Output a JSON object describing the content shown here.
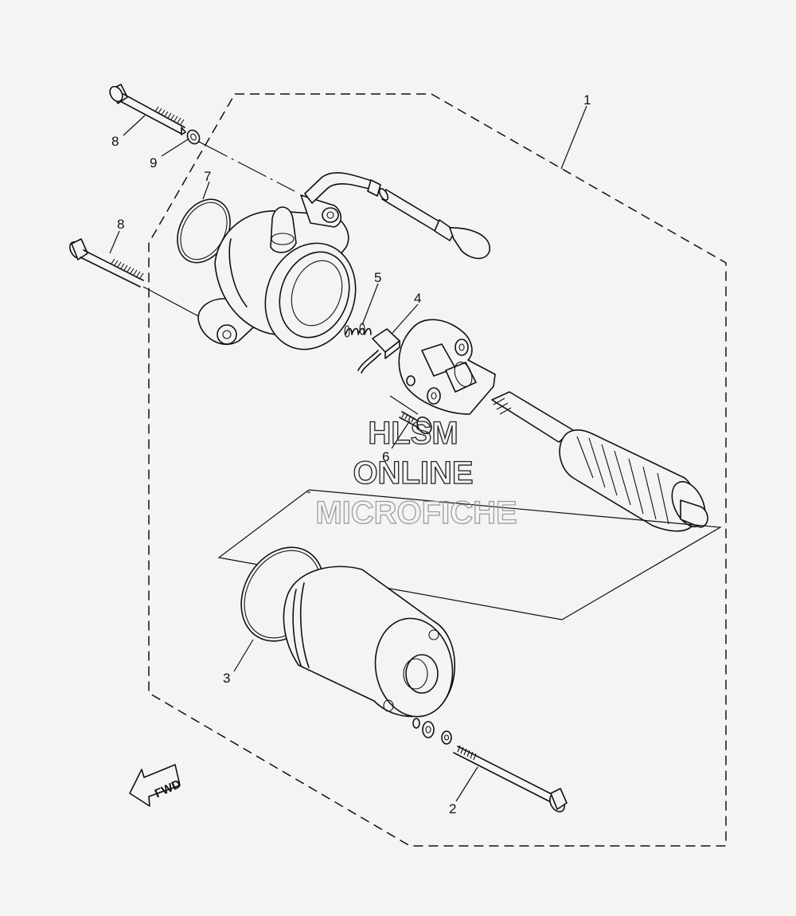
{
  "diagram": {
    "callouts": [
      {
        "id": "1",
        "label": "1"
      },
      {
        "id": "2",
        "label": "2"
      },
      {
        "id": "3",
        "label": "3"
      },
      {
        "id": "4",
        "label": "4"
      },
      {
        "id": "5",
        "label": "5"
      },
      {
        "id": "6",
        "label": "6"
      },
      {
        "id": "7",
        "label": "7"
      },
      {
        "id": "8a",
        "label": "8"
      },
      {
        "id": "8b",
        "label": "8"
      },
      {
        "id": "9",
        "label": "9"
      }
    ],
    "fwd_label": "FWD",
    "watermark": {
      "line1": "HLSM",
      "line2": "ONLINE",
      "line3": "MICROFICHE"
    }
  }
}
